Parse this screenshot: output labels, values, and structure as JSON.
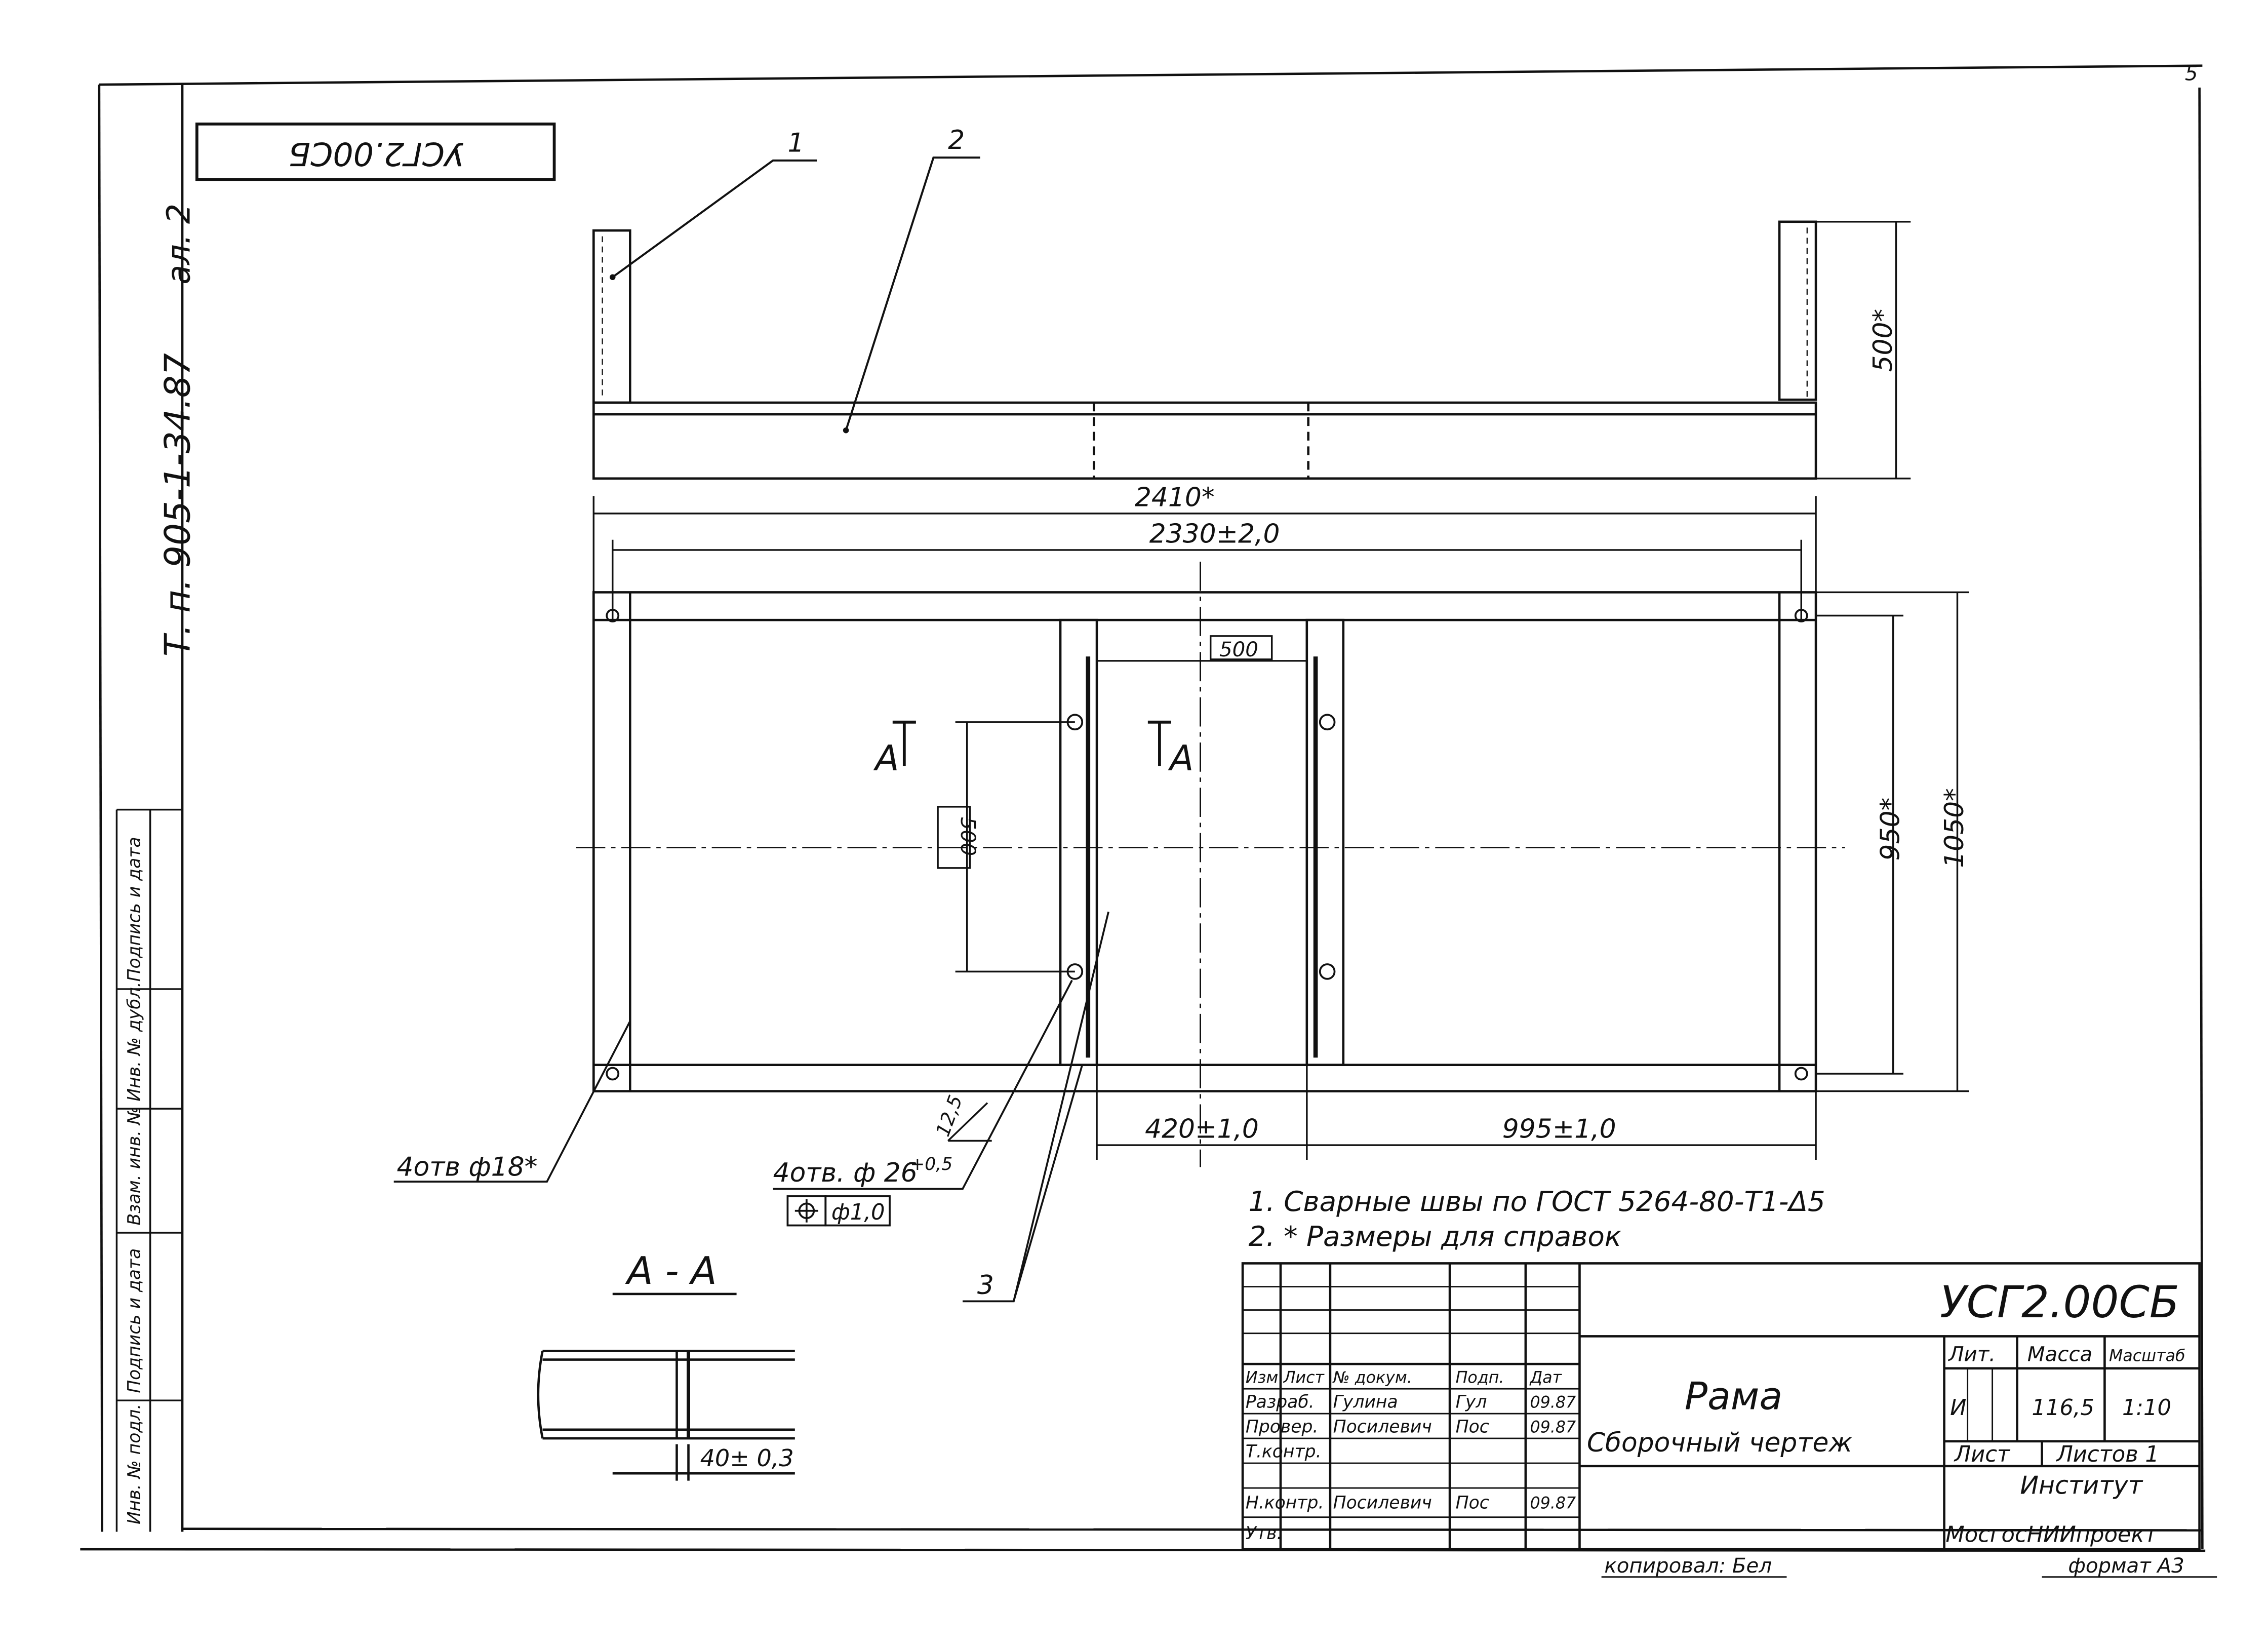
{
  "drawing": {
    "corner_code_rotated": "УСГ2.00СБ",
    "side_project_ref": "Т. п. 905-1-34.87",
    "side_sheet": "ал. 2",
    "page_corner_mark": "5"
  },
  "callouts": {
    "c1": "1",
    "c2": "2",
    "c3": "3"
  },
  "dimensions": {
    "total_length": "2410*",
    "hole_span": "2330±2,0",
    "post_height": "500*",
    "inner_gap": "500",
    "vert_gap": "500",
    "hole_y_span": "950*",
    "total_width": "1050*",
    "offset_left": "420±1,0",
    "offset_right": "995±1,0",
    "chamfer": "12,5",
    "section_width": "40± 0,3"
  },
  "section": {
    "mark": "А",
    "title": "А - А"
  },
  "holes": {
    "outer": "4отв ф18*",
    "inner": "4отв. ф 26",
    "inner_tol": "+0,5",
    "position_tol": "ф1,0"
  },
  "notes": [
    "1. Сварные швы по ГОСТ 5264-80-Т1-Δ5",
    "2. * Размеры для справок"
  ],
  "title_block": {
    "designation": "УСГ2.00СБ",
    "name": "Рама",
    "subtitle": "Сборочный чертеж",
    "lit_label": "Лит.",
    "mass_label": "Масса",
    "scale_label": "Масштаб",
    "lit_value": "И",
    "mass_value": "116,5",
    "scale_value": "1:10",
    "sheet_label": "Лист",
    "sheets_label": "Листов 1",
    "org_line1": "Институт",
    "org_line2": "МосгосНИИпроект",
    "rev_headers": [
      "Изм",
      "Лист",
      "№ докум.",
      "Подп.",
      "Дат"
    ],
    "rows": [
      {
        "role": "Разраб.",
        "name": "Гулина",
        "sign": "Гул",
        "date": "09.87"
      },
      {
        "role": "Провер.",
        "name": "Посилевич",
        "sign": "Пос",
        "date": "09.87"
      },
      {
        "role": "Т.контр.",
        "name": "",
        "sign": "",
        "date": ""
      },
      {
        "role": "Н.контр.",
        "name": "Посилевич",
        "sign": "Пос",
        "date": "09.87"
      },
      {
        "role": "Утв.",
        "name": "",
        "sign": "",
        "date": ""
      }
    ],
    "copied": "копировал: Бел",
    "format": "формат А3"
  },
  "side_stamp": [
    "Инв. № подл.",
    "Подпись и дата",
    "Взам. инв. №",
    "Инв. № дубл.",
    "Подпись и дата"
  ]
}
